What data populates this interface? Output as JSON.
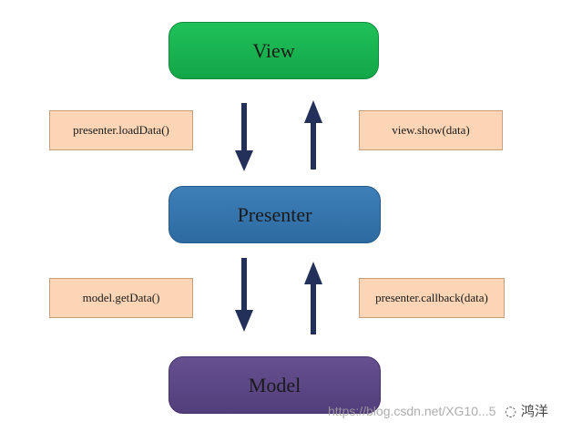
{
  "nodes": {
    "view": "View",
    "presenter": "Presenter",
    "model": "Model"
  },
  "labels": {
    "presenter_load_data": "presenter.loadData()",
    "view_show_data": "view.show(data)",
    "model_get_data": "model.getData()",
    "presenter_callback_data": "presenter.callback(data)"
  },
  "watermark": "https://blog.csdn.net/XG10...5",
  "brand": "鸿洋",
  "colors": {
    "view": "#12a647",
    "presenter": "#2d6aa2",
    "model": "#533e7c",
    "label_fill": "#fbd5b5",
    "arrow": "#22305a"
  },
  "icons": {
    "brand_logo": "wechat-icon"
  }
}
